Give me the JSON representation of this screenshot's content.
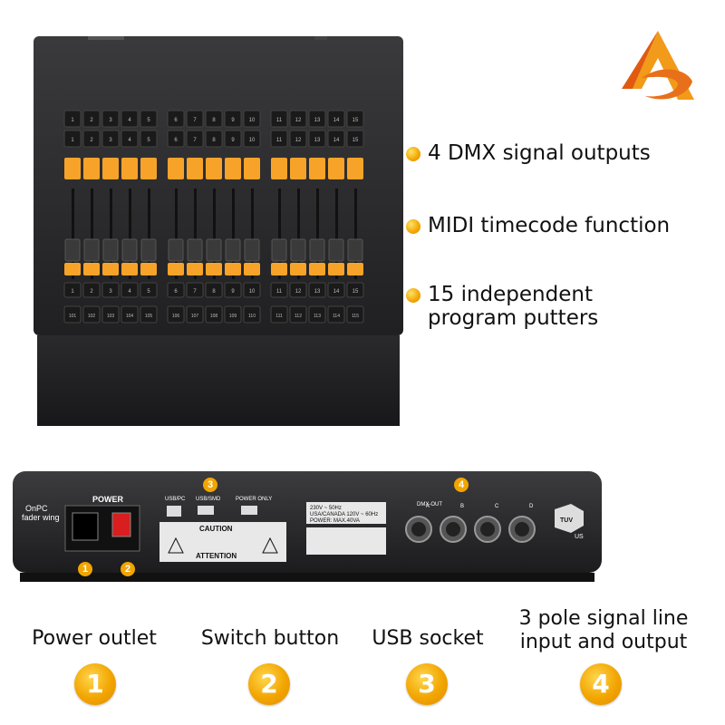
{
  "features": [
    {
      "lines": [
        "4 DMX signal outputs"
      ]
    },
    {
      "lines": [
        "MIDI timecode function"
      ]
    },
    {
      "lines": [
        "15 independent",
        "program putters"
      ]
    }
  ],
  "panel": {
    "model_label_1": "OnPC",
    "model_label_2": "fader wing",
    "power_label": "POWER",
    "usb_pc": "USB/PC",
    "usb_smd": "USB/SMD",
    "power_only": "POWER ONLY",
    "caution": "CAUTION",
    "attention": "ATTENTION",
    "voltage_1": "230V ~ 50Hz",
    "voltage_2": "USA/CANADA 120V ~ 60Hz",
    "voltage_3": "POWER:      MAX.40VA",
    "dmx_out": "DMX-OUT",
    "ports": [
      "A",
      "B",
      "C",
      "D"
    ],
    "cert": "TUV",
    "us": "US"
  },
  "console": {
    "row_top_keys": [
      "1",
      "2",
      "3",
      "4",
      "5",
      "6",
      "7",
      "8",
      "9",
      "10",
      "11",
      "12",
      "13",
      "14",
      "15"
    ],
    "row_bottom_keys": [
      "101",
      "102",
      "103",
      "104",
      "105",
      "106",
      "107",
      "108",
      "109",
      "110",
      "111",
      "112",
      "113",
      "114",
      "115"
    ]
  },
  "callouts": [
    {
      "num": "1",
      "label": "Power outlet"
    },
    {
      "num": "2",
      "label": "Switch button"
    },
    {
      "num": "3",
      "label": "USB socket"
    },
    {
      "num": "4",
      "label": "3 pole signal line",
      "label2": "input and output"
    }
  ],
  "colors": {
    "accent": "#f2a500",
    "console_body": "#2b2b2d",
    "key_amber": "#f7a32a"
  }
}
